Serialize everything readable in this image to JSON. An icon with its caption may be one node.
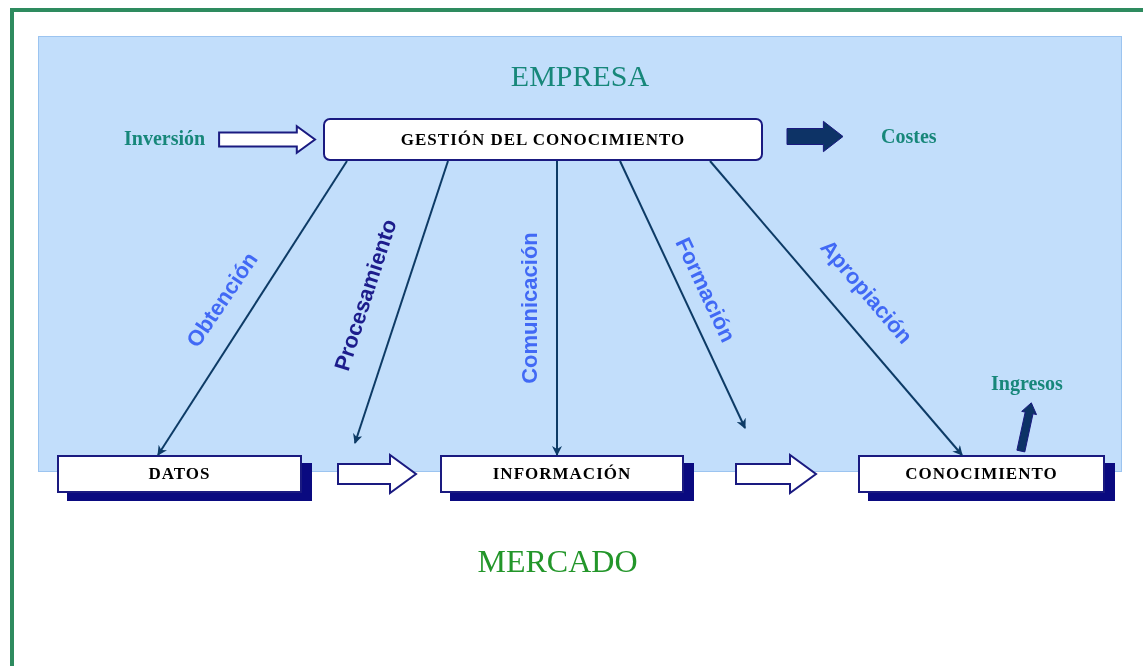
{
  "diagram": {
    "nodes": [
      {
        "text": [
          "EMPRESA"
        ]
      },
      {
        "text": [
          "Inversión"
        ],
        "in": 0
      },
      {
        "text": [
          "GESTIÓN DEL CONOCIMIENTO"
        ],
        "in": 0
      },
      {
        "text": [
          "Costes"
        ],
        "in": 0
      },
      {
        "text": [
          "DATOS"
        ]
      },
      {
        "text": [
          "INFORMACIÓN"
        ]
      },
      {
        "text": [
          "CONOCIMIENTO"
        ]
      },
      {
        "text": [
          "Ingresos"
        ],
        "in": 0
      }
    ],
    "edges": [
      {
        "from": 1,
        "to": 2,
        "arrow": "to",
        "style": "thick",
        "color": "#ffffff"
      },
      {
        "from": 2,
        "to": 3,
        "arrow": "to",
        "style": "thick"
      },
      {
        "from": 2,
        "to": 4,
        "arrow": "to",
        "label": "Obtención"
      },
      {
        "from": 2,
        "to": null,
        "arrow": "to",
        "label": "Procesamiento"
      },
      {
        "from": 2,
        "to": 5,
        "arrow": "to",
        "label": "Comunicación"
      },
      {
        "from": 2,
        "to": null,
        "arrow": "to",
        "label": "Formación"
      },
      {
        "from": 2,
        "to": 6,
        "arrow": "to",
        "label": "Apropiación"
      },
      {
        "from": 4,
        "to": 5,
        "arrow": "to",
        "style": "thick",
        "color": "#ffffff"
      },
      {
        "from": 5,
        "to": 6,
        "arrow": "to",
        "style": "thick",
        "color": "#ffffff"
      },
      {
        "from": 6,
        "to": 7,
        "arrow": "to",
        "style": "thick"
      }
    ],
    "labels": [
      "MERCADO"
    ]
  }
}
